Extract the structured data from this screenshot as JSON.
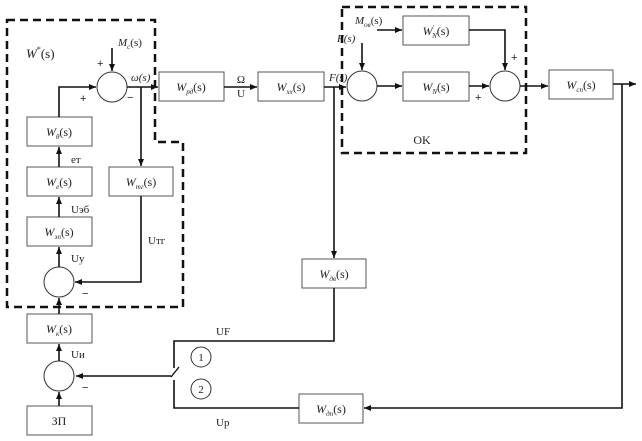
{
  "diagram": {
    "regions": {
      "left_group_label": {
        "main": "W",
        "sup": "*",
        "tail": "(s)"
      },
      "plant_label": "OK"
    },
    "blocks": {
      "w_theta": {
        "main": "W",
        "sub": "θ",
        "tail": "(s)"
      },
      "w_e": {
        "main": "W",
        "sub": "e",
        "tail": "(s)"
      },
      "w_em": {
        "main": "W",
        "sub": "эп",
        "tail": "(s)"
      },
      "w_tg": {
        "main": "W",
        "sub": "тг",
        "tail": "(s)"
      },
      "w_k": {
        "main": "W",
        "sub": "к",
        "tail": "(s)"
      },
      "zp": {
        "text": "ЗП"
      },
      "w_rd": {
        "main": "W",
        "sub": "рд",
        "tail": "(s)"
      },
      "w_xx": {
        "main": "W",
        "sub": "хх",
        "tail": "(s)"
      },
      "w_n_prime": {
        "main": "W",
        "sub": "N",
        "sup": "'",
        "tail": "(s)"
      },
      "w_n": {
        "main": "W",
        "sub": "N",
        "tail": "(s)"
      },
      "w_sp": {
        "main": "W",
        "sub": "сп",
        "tail": "(s)"
      },
      "w_dd": {
        "main": "W",
        "sub": "дв",
        "tail": "(s)"
      },
      "w_dp": {
        "main": "W",
        "sub": "дп",
        "tail": "(s)"
      }
    },
    "signals": {
      "m_c": {
        "main": "M",
        "sub": "c",
        "tail": "(s)"
      },
      "omega": "ω(s)",
      "omega_cap": "Ω",
      "u": "U",
      "f_s_1": "F(s)",
      "f_s_2": "F(s)",
      "m_ov": {
        "main": "M",
        "sub": "ов",
        "tail": "(s)"
      },
      "e_t": "eт",
      "u_eb": "Uэб",
      "u_tg": "Uтг",
      "u_y": "Uу",
      "u_u": "Uи",
      "u_f": "UF",
      "u_p": "Up"
    },
    "switch_positions": [
      "1",
      "2"
    ],
    "signs": {
      "sum1_top": "+",
      "sum1_left": "+",
      "sum1_out": "−",
      "sum2_right": "−",
      "sum3_right": "−",
      "sum5_top": "+",
      "sum5_left": "+"
    }
  }
}
